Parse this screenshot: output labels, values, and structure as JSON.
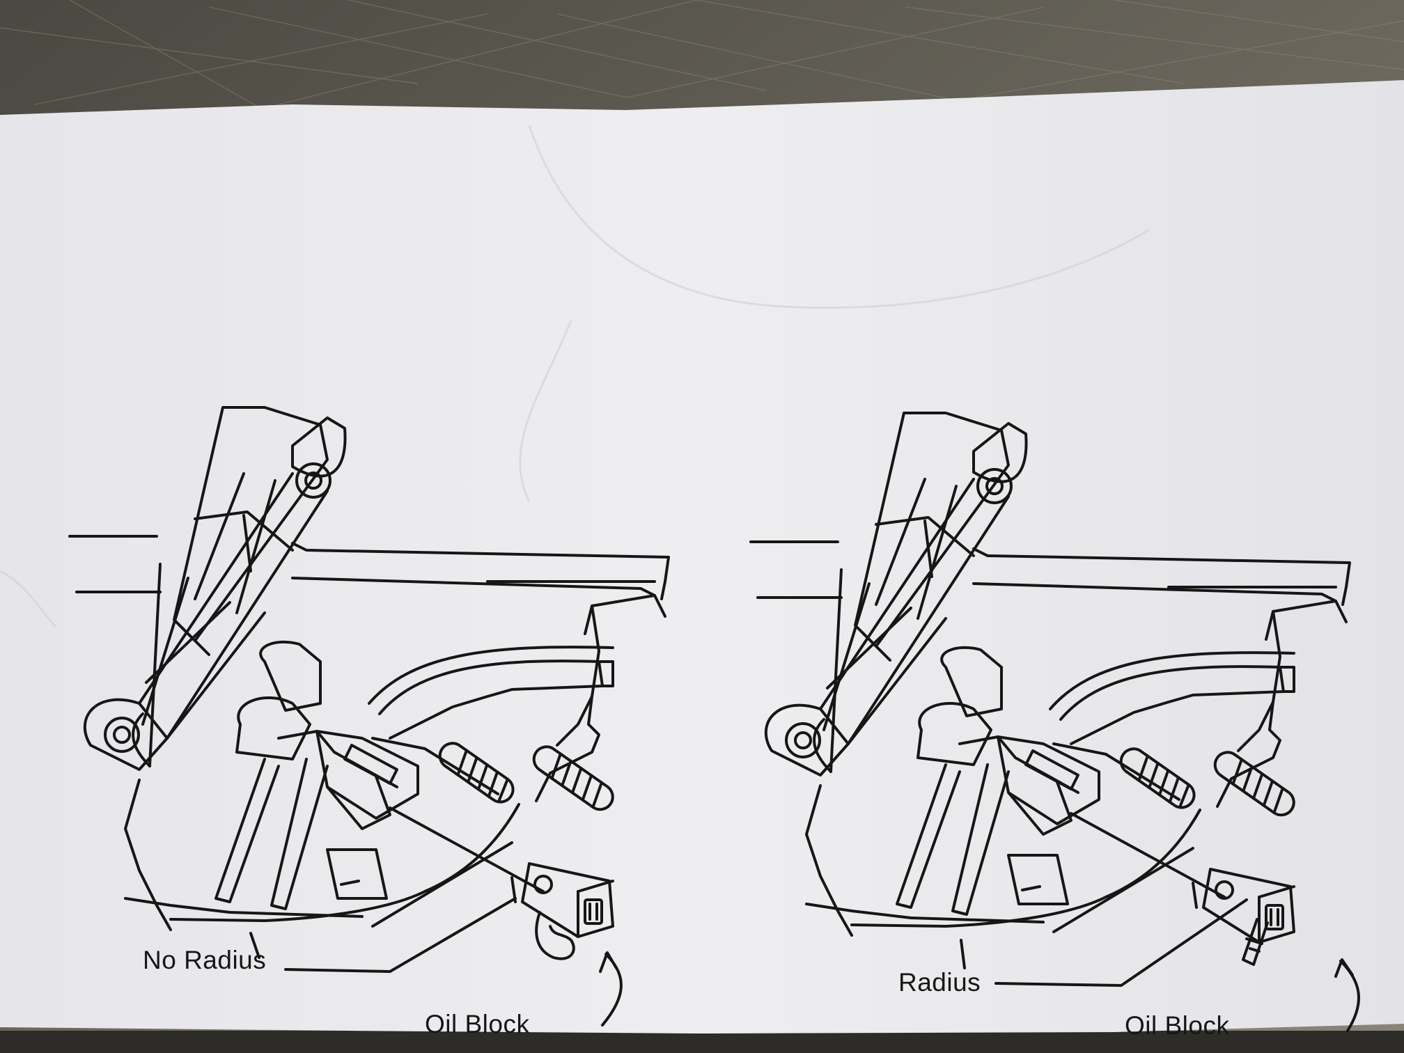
{
  "diagram": {
    "panels": [
      {
        "id": "left",
        "callout_label": "No Radius",
        "oil_label": "Oil Block"
      },
      {
        "id": "right",
        "callout_label": "Radius",
        "oil_label": "Oil Block"
      }
    ]
  },
  "colors": {
    "background": "#55524a",
    "paper": "#e9e9ec",
    "ink": "#161616"
  }
}
